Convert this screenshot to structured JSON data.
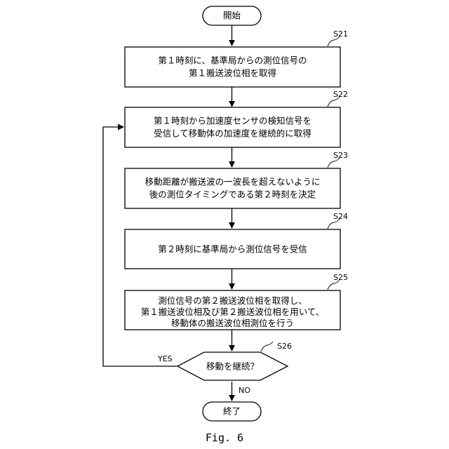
{
  "flow": {
    "start": "開始",
    "end": "終了",
    "steps": [
      {
        "id": "S21",
        "lines": [
          "第１時刻に、基準局からの測位信号の",
          "第１搬送波位相を取得"
        ]
      },
      {
        "id": "S22",
        "lines": [
          "第１時刻から加速度センサの検知信号を",
          "受信して移動体の加速度を継続的に取得"
        ]
      },
      {
        "id": "S23",
        "lines": [
          "移動距離が搬送波の一波長を超えないように",
          "後の測位タイミングである第２時刻を決定"
        ]
      },
      {
        "id": "S24",
        "lines": [
          "第２時刻に基準局から測位信号を受信"
        ]
      },
      {
        "id": "S25",
        "lines": [
          "測位信号の第２搬送波位相を取得し、",
          "第１搬送波位相及び第２搬送波位相を用いて、",
          "移動体の搬送波位相測位を行う"
        ]
      }
    ],
    "decision": {
      "id": "S26",
      "text": "移動を継続？",
      "yes": "YES",
      "no": "NO"
    }
  },
  "caption": "Fig. 6"
}
